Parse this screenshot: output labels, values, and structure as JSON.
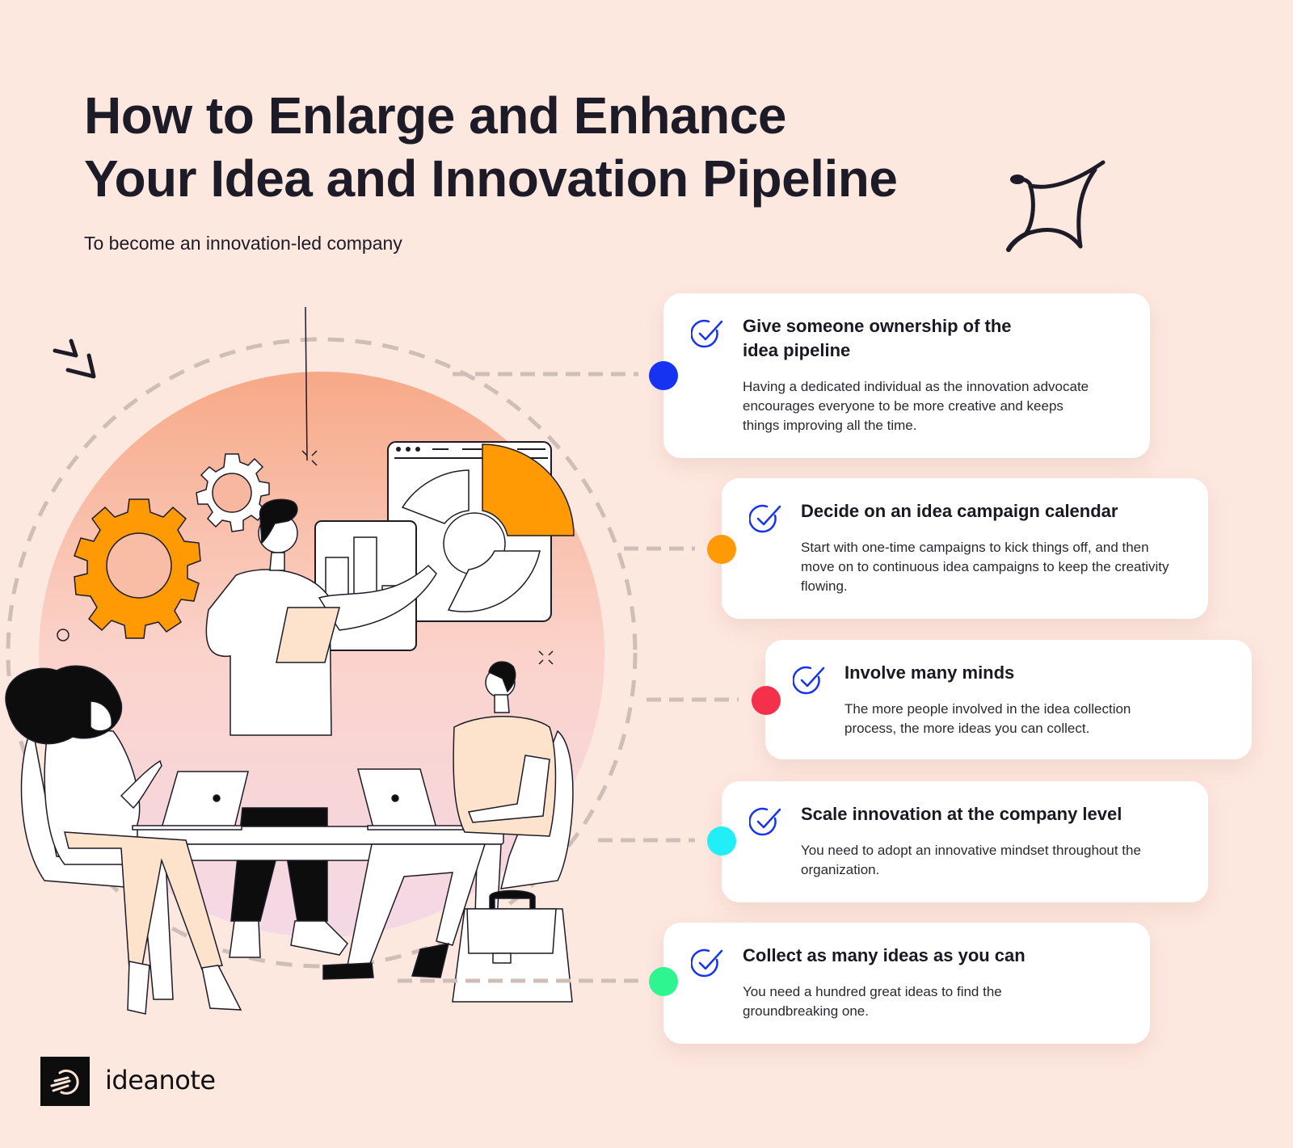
{
  "header": {
    "title_line1": "How to Enlarge and Enhance",
    "title_line2": "Your Idea and Innovation Pipeline",
    "subtitle": "To become an innovation-led company"
  },
  "cards": [
    {
      "title_line1": "Give someone ownership of the",
      "title_line2": "idea pipeline",
      "body": "Having a dedicated individual as the innovation advocate encourages everyone to be more creative and keeps things improving all the time.",
      "dot_color": "#1533f0"
    },
    {
      "title_line1": "Decide on an idea campaign calendar",
      "body": "Start with one-time campaigns to kick things off, and then move on to continuous idea campaigns to keep the creativity flowing.",
      "dot_color": "#ff9a05"
    },
    {
      "title_line1": "Involve many minds",
      "body": "The more people involved in the idea collection process, the more ideas you can collect.",
      "dot_color": "#f5304a"
    },
    {
      "title_line1": "Scale innovation at the company level",
      "body": "You need to adopt an innovative mindset throughout the organization.",
      "dot_color": "#21eef6"
    },
    {
      "title_line1": "Collect as many ideas as you can",
      "body": "You need a hundred great ideas to find the groundbreaking one.",
      "dot_color": "#2ef58f"
    }
  ],
  "icons": {
    "card_icon": "check-circle-icon",
    "logo_icon": "ideanote-logo-icon",
    "decor_sparkle": "sparkle-icon",
    "decor_arrows": "double-chevron-icon"
  },
  "colors": {
    "background": "#fde8e0",
    "accent_blue": "#1533f0",
    "accent_orange": "#ff9a05",
    "text_dark": "#1d1b27"
  },
  "brand": {
    "name": "ideanote"
  }
}
